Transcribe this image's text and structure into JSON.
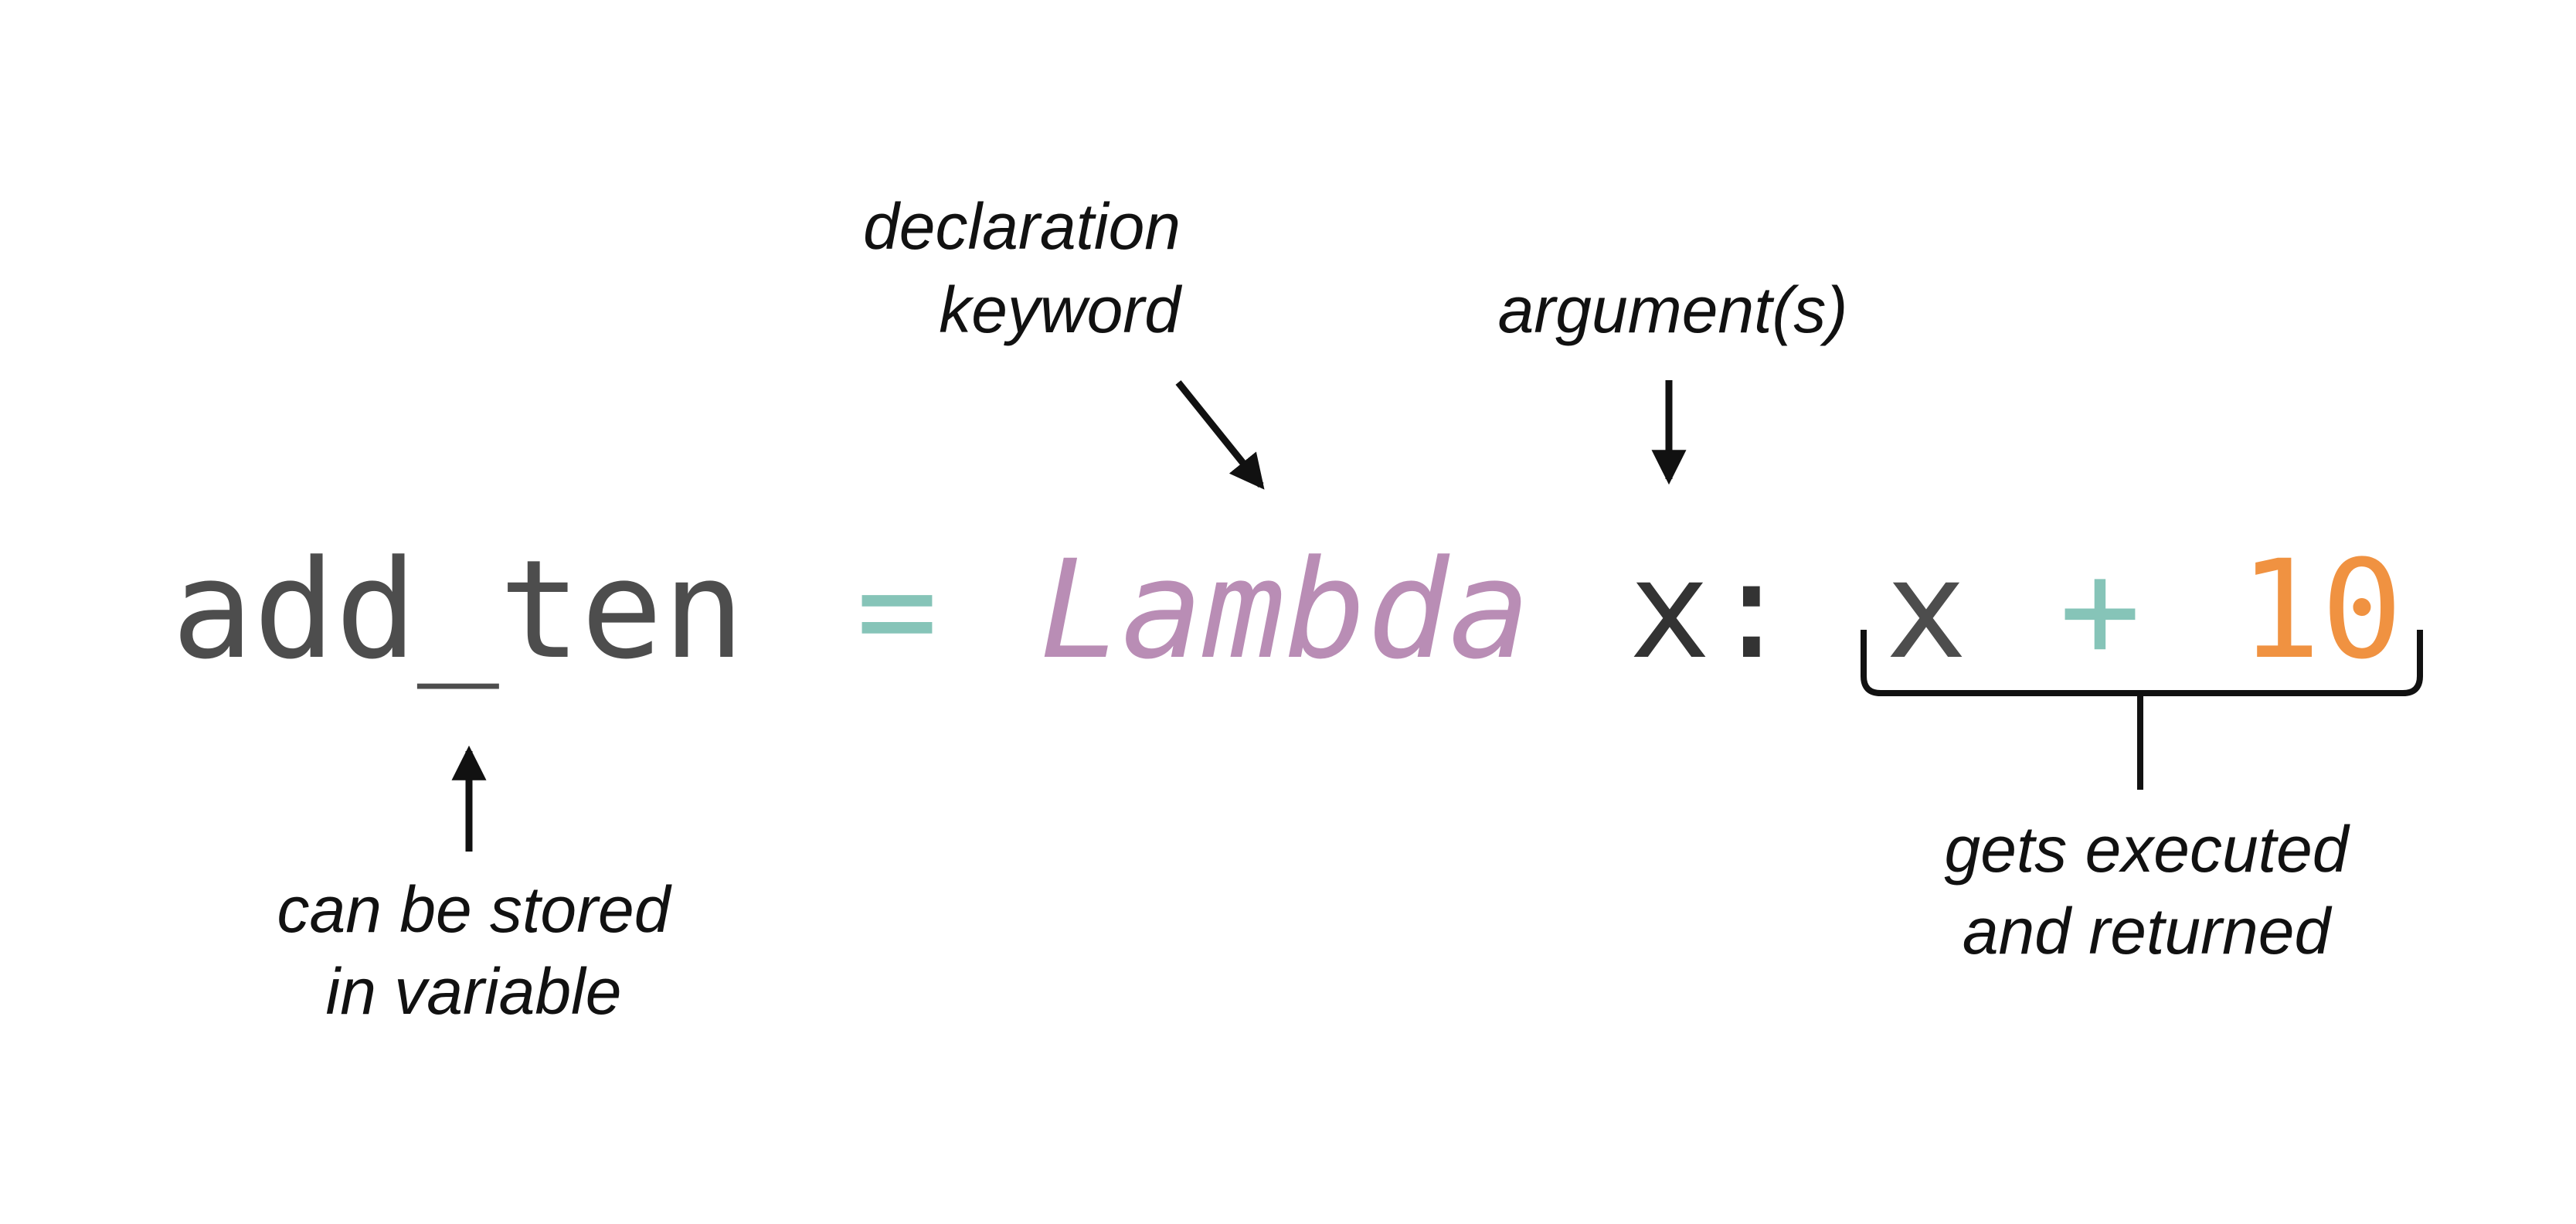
{
  "code": {
    "variable": "add_ten",
    "assign_op": "=",
    "keyword": "Lambda",
    "argument": "x:",
    "body_var": "x",
    "plus_op": "+",
    "number": "10"
  },
  "annotations": {
    "keyword_line1": "declaration",
    "keyword_line2": "keyword",
    "argument": "argument(s)",
    "variable_line1": "can be stored",
    "variable_line2": "in variable",
    "body_line1": "gets executed",
    "body_line2": "and returned"
  },
  "colors": {
    "code_text": "#4d4d4d",
    "operator": "#86c4b8",
    "keyword": "#b98db5",
    "argument": "#333333",
    "number": "#f09241",
    "annotation": "#111111"
  }
}
